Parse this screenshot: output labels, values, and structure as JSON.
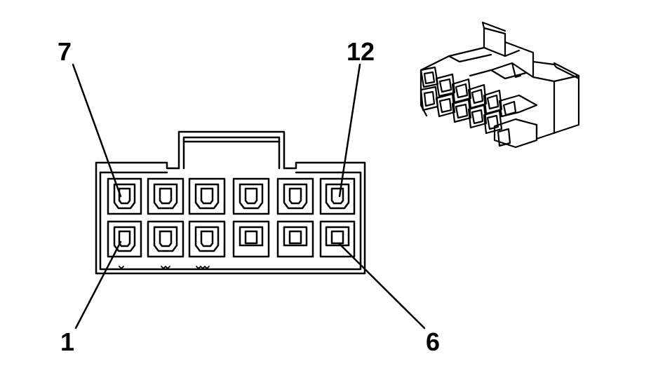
{
  "colors": {
    "line": "#000000",
    "background": "#ffffff"
  },
  "pin_labels": {
    "top_left": "7",
    "top_right": "12",
    "bottom_left": "1",
    "bottom_right": "6"
  }
}
